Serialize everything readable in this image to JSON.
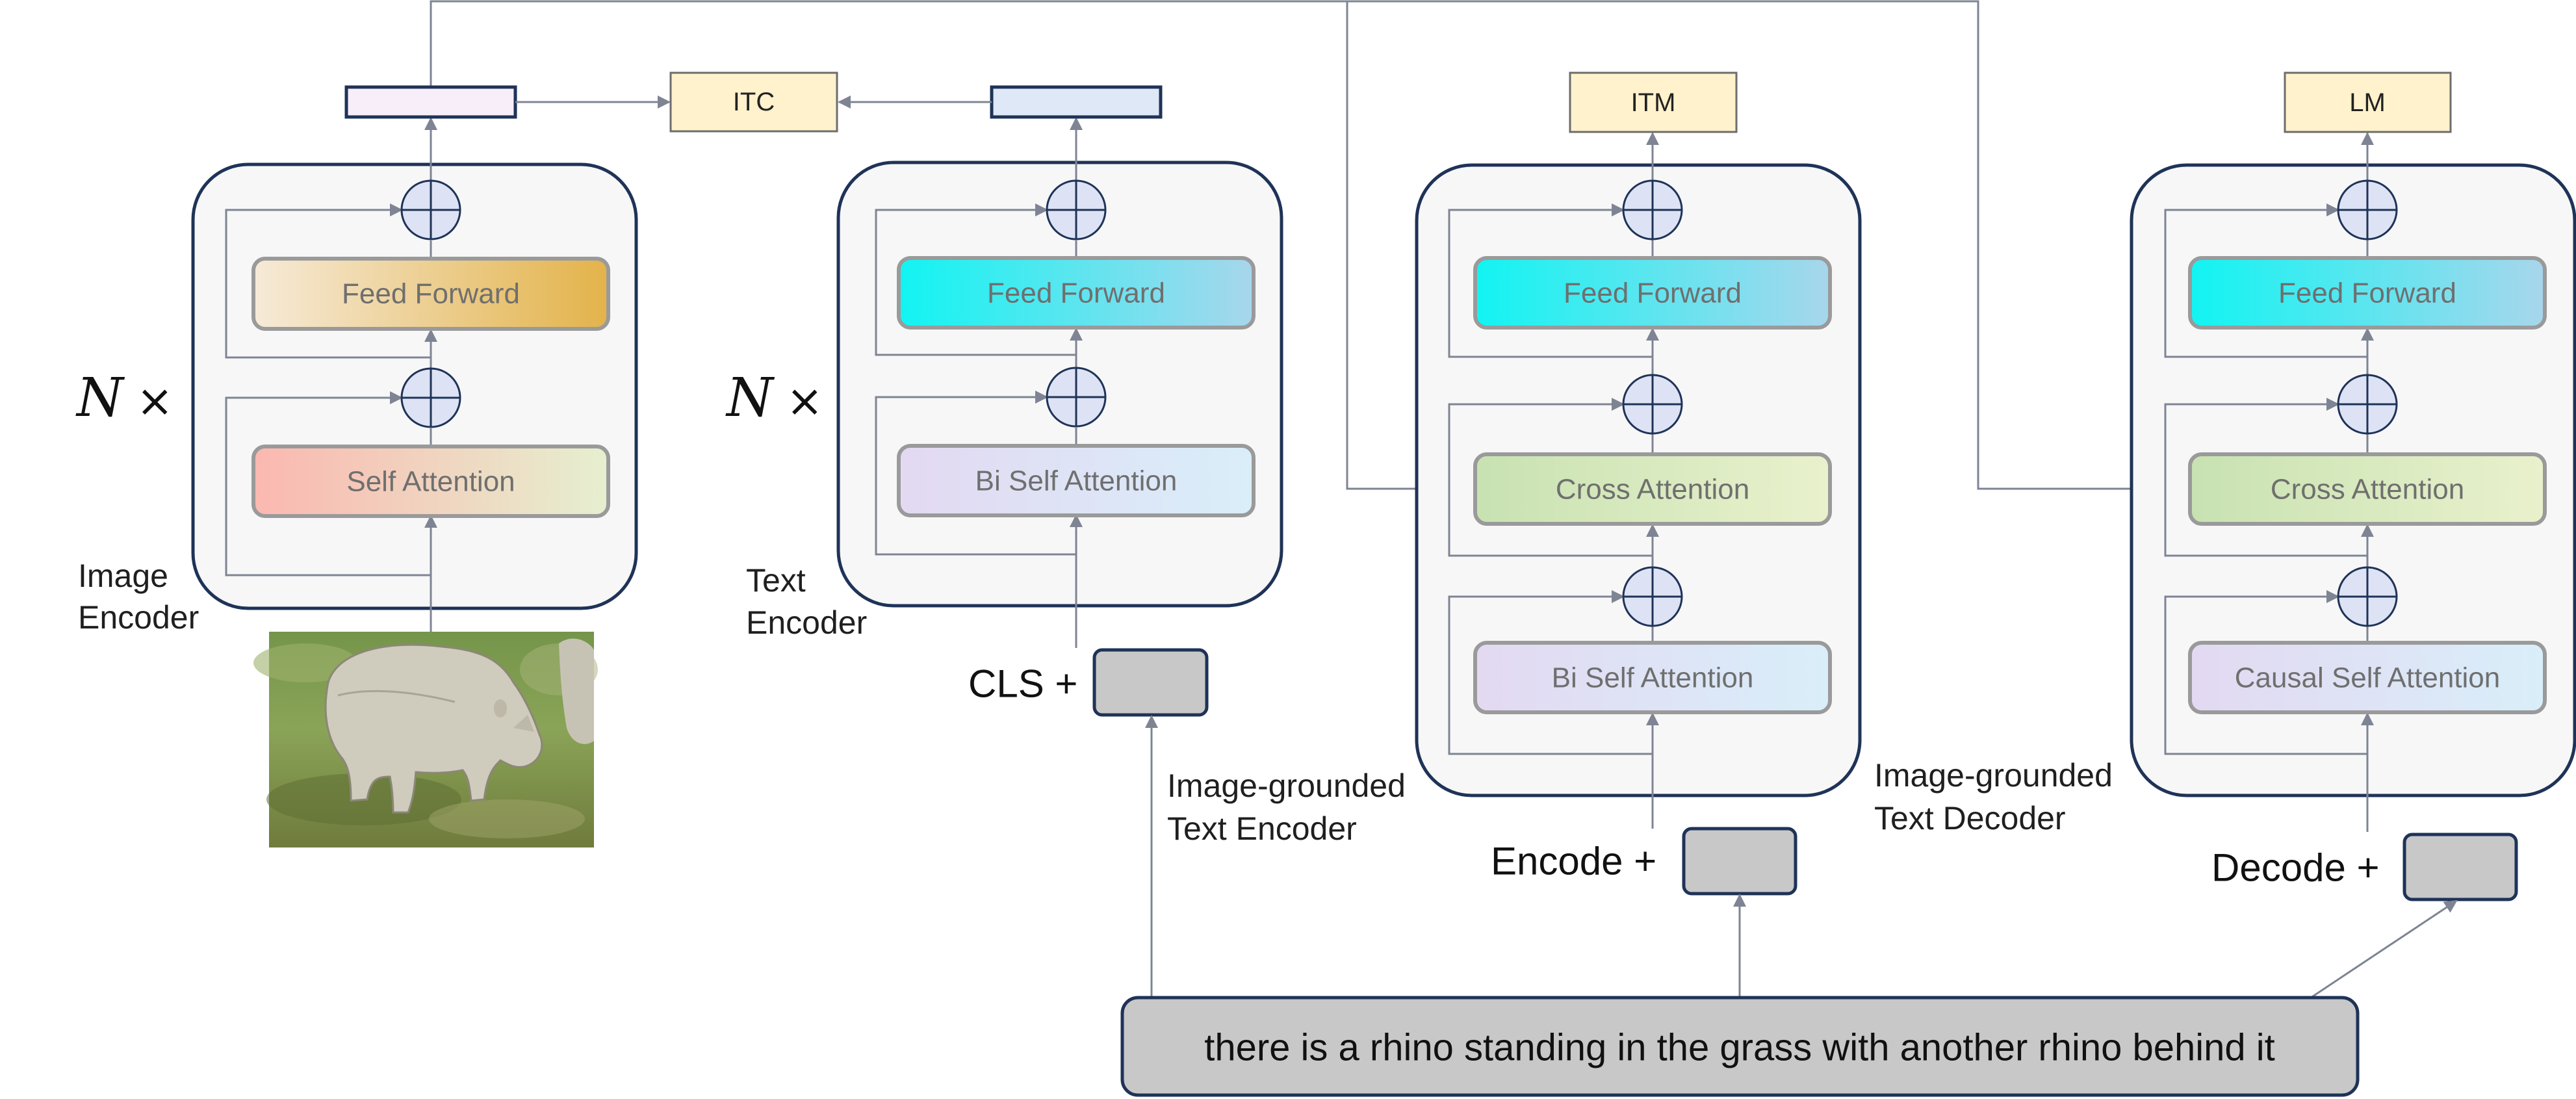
{
  "outputs": {
    "itc": "ITC",
    "itm": "ITM",
    "lm": "LM"
  },
  "image_encoder": {
    "label_line1": "Image",
    "label_line2": "Encoder",
    "repeat_n": "N",
    "repeat_times": "×",
    "feed_forward": "Feed Forward",
    "self_attention": "Self Attention"
  },
  "text_encoder": {
    "label_line1": "Text",
    "label_line2": "Encoder",
    "repeat_n": "N",
    "repeat_times": "×",
    "feed_forward": "Feed Forward",
    "self_attention": "Bi Self Attention",
    "token": "CLS +"
  },
  "grounded_encoder": {
    "label_line1": "Image-grounded",
    "label_line2": "Text Encoder",
    "feed_forward": "Feed Forward",
    "cross_attention": "Cross Attention",
    "self_attention": "Bi Self Attention",
    "token": "Encode +"
  },
  "grounded_decoder": {
    "label_line1": "Image-grounded",
    "label_line2": "Text Decoder",
    "feed_forward": "Feed Forward",
    "cross_attention": "Cross Attention",
    "self_attention": "Causal Self Attention",
    "token": "Decode +"
  },
  "caption": "there is a rhino standing in the grass with another rhino behind it",
  "image_description": "rhino-grazing-photo",
  "colors": {
    "line": "#7e8494",
    "module_border": "#1f3358",
    "module_fill": "#f7f7f7",
    "output_fill": "#fff2cc",
    "token_fill": "#c8c8c8"
  }
}
